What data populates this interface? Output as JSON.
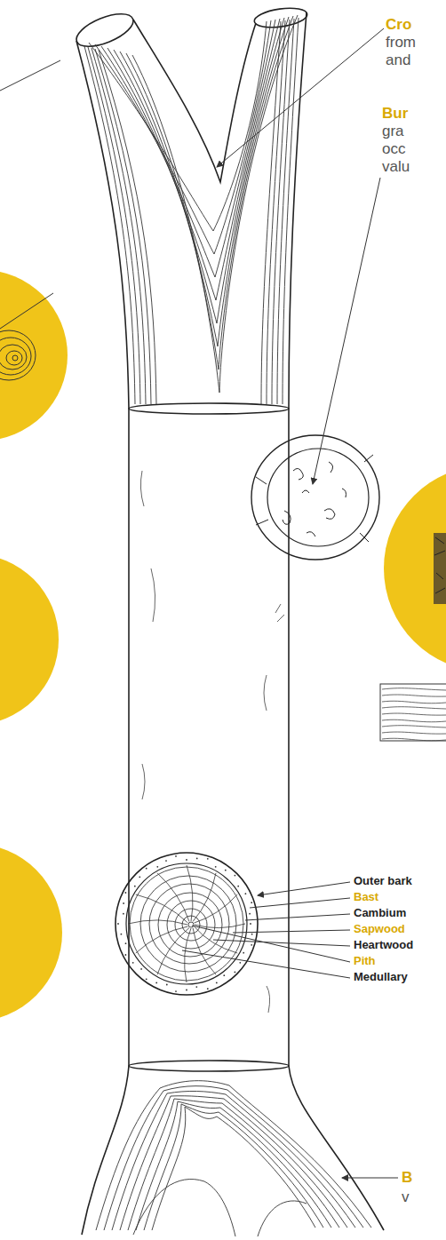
{
  "diagram": {
    "labels": [
      "Cro",
      "from",
      "and",
      "Bur",
      "gra",
      "occ",
      "valu",
      "Outer bark",
      "Bast",
      "Cambium",
      "Sapwood",
      "Heartwood",
      "Pith",
      "Medullary",
      "B",
      "v"
    ]
  }
}
